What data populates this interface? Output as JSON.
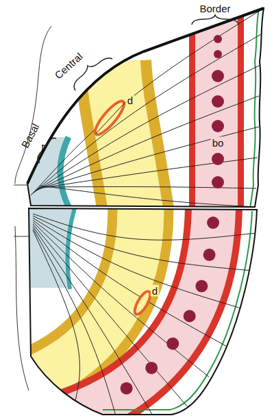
{
  "diagram": {
    "labels": [
      "Border",
      "Central",
      "Basal",
      "d",
      "bo",
      "d"
    ]
  }
}
